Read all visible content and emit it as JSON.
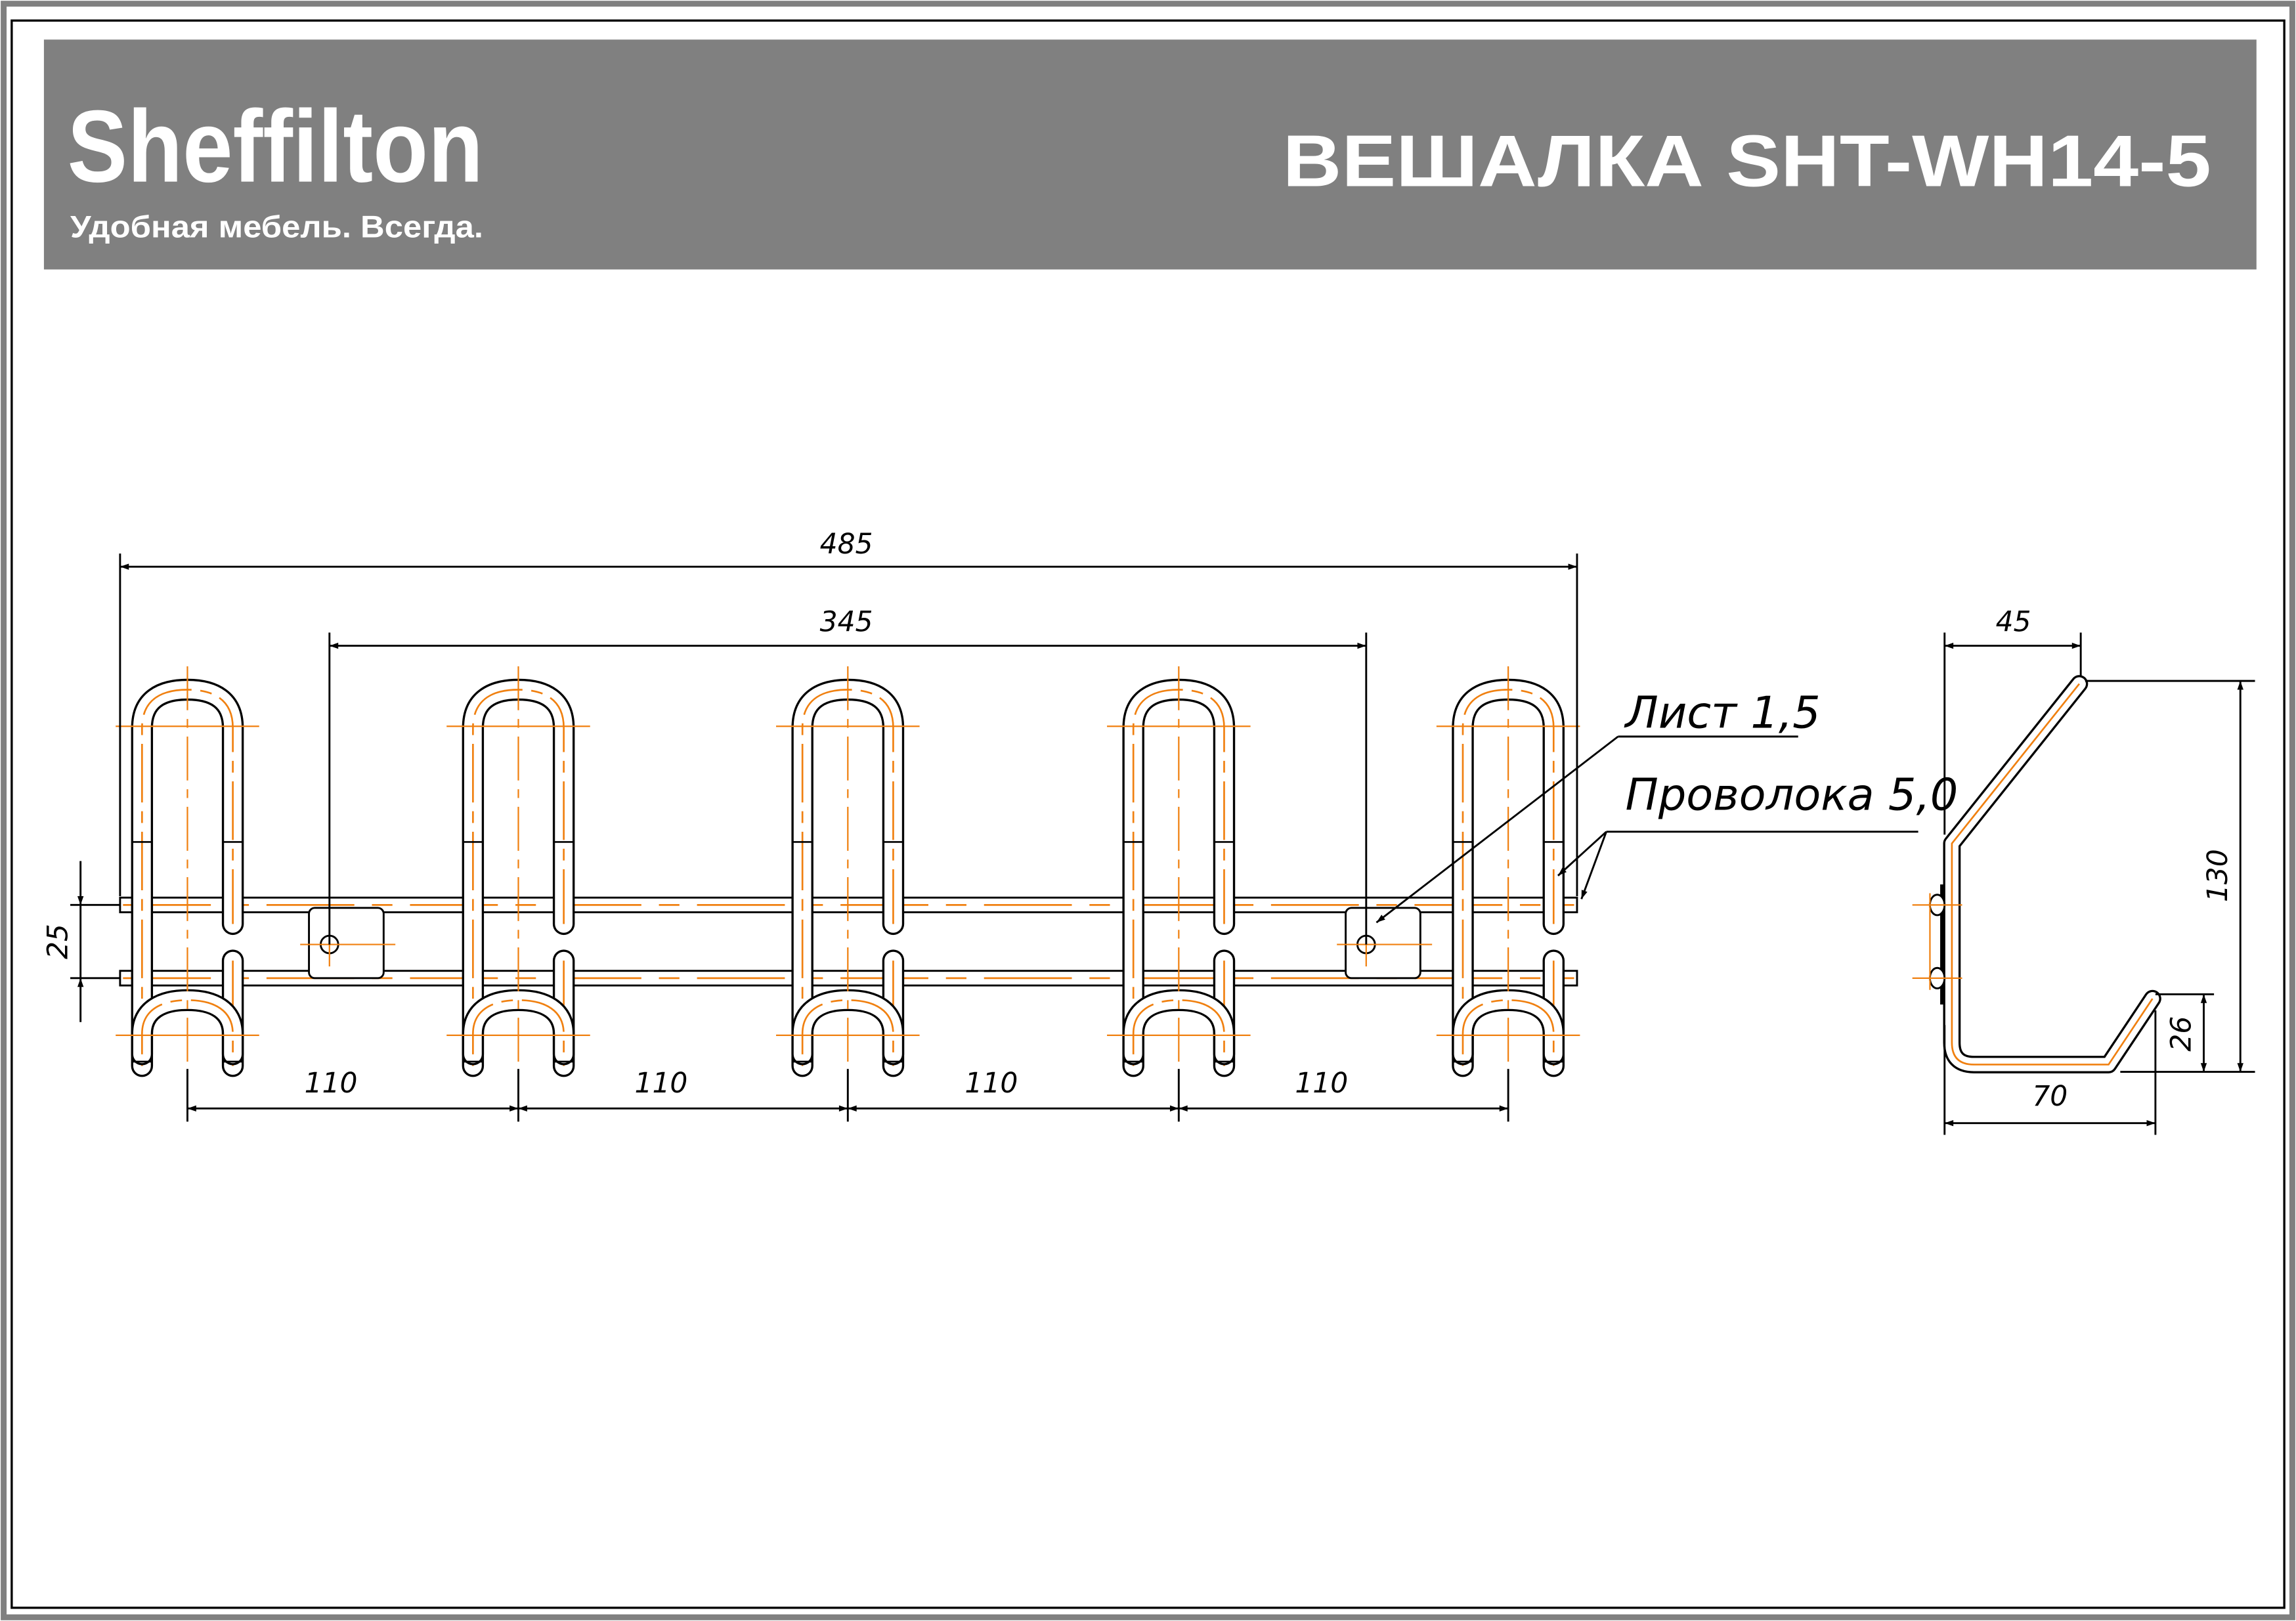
{
  "header": {
    "logo_text": "Sheffilton",
    "tagline": "Удобная мебель. Всегда.",
    "title": "ВЕШАЛКА SHT-WH14-5"
  },
  "colors": {
    "header_bg": "#808080",
    "centerline": "#f08010",
    "line": "#000000"
  },
  "front_view": {
    "overall_width": "485",
    "mount_spacing": "345",
    "rail_spacing": "25",
    "hook_spacing": [
      "110",
      "110",
      "110",
      "110"
    ]
  },
  "callouts": {
    "sheet": "Лист 1,5",
    "wire": "Проволока 5,0"
  },
  "side_view": {
    "top_depth": "45",
    "height": "130",
    "bottom_lip": "26",
    "bottom_depth": "70"
  }
}
